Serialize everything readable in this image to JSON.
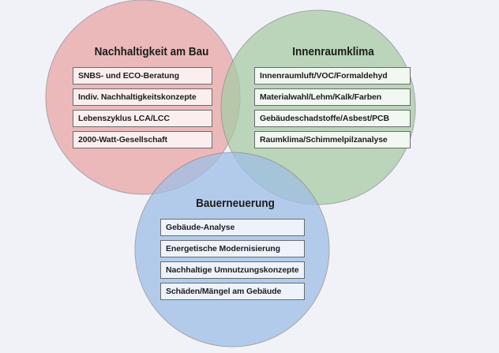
{
  "colors": {
    "nachhaltigkeit": "#e9a6a6",
    "innenraum": "#a8cca4",
    "bauerneuerung": "#9fbfe6",
    "stroke": "#8c8c8c"
  },
  "circles": [
    {
      "id": "nachhaltigkeit",
      "title": "Nachhaltigkeit am Bau",
      "items": [
        "SNBS- und ECO-Beratung",
        "Indiv. Nachhaltigkeitskonzepte",
        "Lebenszyklus LCA/LCC",
        "2000-Watt-Gesellschaft"
      ]
    },
    {
      "id": "innenraum",
      "title": "Innenraumklima",
      "items": [
        "Innenraumluft/VOC/Formaldehyd",
        "Materialwahl/Lehm/Kalk/Farben",
        "Gebäudeschadstoffe/Asbest/PCB",
        "Raumklima/Schimmelpilzanalyse"
      ]
    },
    {
      "id": "bauerneuerung",
      "title": "Bauerneuerung",
      "items": [
        "Gebäude-Analyse",
        "Energetische Modernisierung",
        "Nachhaltige Umnutzungskonzepte",
        "Schäden/Mängel am Gebäude"
      ]
    }
  ]
}
